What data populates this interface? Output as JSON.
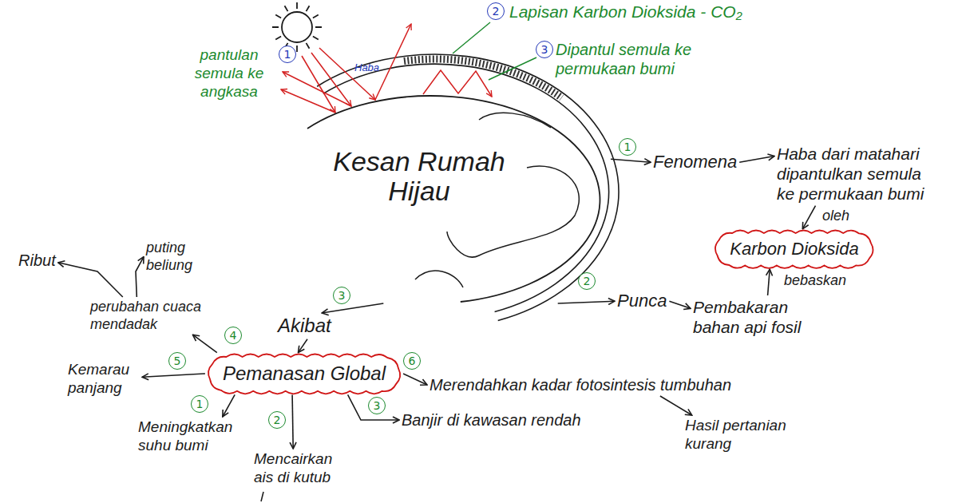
{
  "diagram": {
    "nodes": [
      {
        "text": [
          "Kesan Rumah Hijau"
        ]
      },
      {
        "text": [
          "Fenomena"
        ]
      },
      {
        "text": [
          "Haba dari matahari dipantulkan semula ke permukaan bumi"
        ]
      },
      {
        "text": [
          "Karbon Dioksida"
        ]
      },
      {
        "text": [
          "Punca"
        ]
      },
      {
        "text": [
          "Pembakaran bahan api fosil"
        ]
      },
      {
        "text": [
          "Akibat"
        ]
      },
      {
        "text": [
          "Pemanasan Global"
        ]
      },
      {
        "text": [
          "perubahan cuaca mendadak"
        ]
      },
      {
        "text": [
          "Ribut"
        ]
      },
      {
        "text": [
          "puting beliung"
        ]
      },
      {
        "text": [
          "Kemarau panjang"
        ]
      },
      {
        "text": [
          "Meningkatkan suhu bumi"
        ]
      },
      {
        "text": [
          "Mencairkan ais di kutub"
        ]
      },
      {
        "text": [
          "Banjir di kawasan rendah"
        ]
      },
      {
        "text": [
          "Merendahkan kadar fotosintesis tumbuhan"
        ]
      },
      {
        "text": [
          "Hasil pertanian kurang"
        ]
      }
    ],
    "edges": [
      {
        "from": 0,
        "to": 1,
        "arrow": "to",
        "label": "1"
      },
      {
        "from": 1,
        "to": 2,
        "arrow": "to"
      },
      {
        "from": 2,
        "to": 3,
        "arrow": "to",
        "label": "oleh"
      },
      {
        "from": 0,
        "to": 4,
        "arrow": "to",
        "label": "2"
      },
      {
        "from": 4,
        "to": 5,
        "arrow": "to"
      },
      {
        "from": 5,
        "to": 3,
        "arrow": "to",
        "label": "bebaskan"
      },
      {
        "from": 0,
        "to": 6,
        "arrow": "to",
        "label": "3"
      },
      {
        "from": 6,
        "to": 7,
        "arrow": "to"
      },
      {
        "from": 7,
        "to": 12,
        "arrow": "to",
        "label": "1"
      },
      {
        "from": 7,
        "to": 13,
        "arrow": "to",
        "label": "2"
      },
      {
        "from": 7,
        "to": 14,
        "arrow": "to",
        "label": "3"
      },
      {
        "from": 7,
        "to": 8,
        "arrow": "to",
        "label": "4"
      },
      {
        "from": 7,
        "to": 11,
        "arrow": "to",
        "label": "5"
      },
      {
        "from": 7,
        "to": 15,
        "arrow": "to",
        "label": "6"
      },
      {
        "from": 8,
        "to": 9,
        "arrow": "to"
      },
      {
        "from": 8,
        "to": 10,
        "arrow": "to"
      },
      {
        "from": 15,
        "to": 16,
        "arrow": "to"
      }
    ],
    "labels": [
      "2",
      "Lapisan Karbon Dioksida - CO₂",
      "pantulan semula ke angkasa",
      "1",
      "Haba",
      "3",
      "Dipantul semula ke permukaan bumi"
    ]
  }
}
